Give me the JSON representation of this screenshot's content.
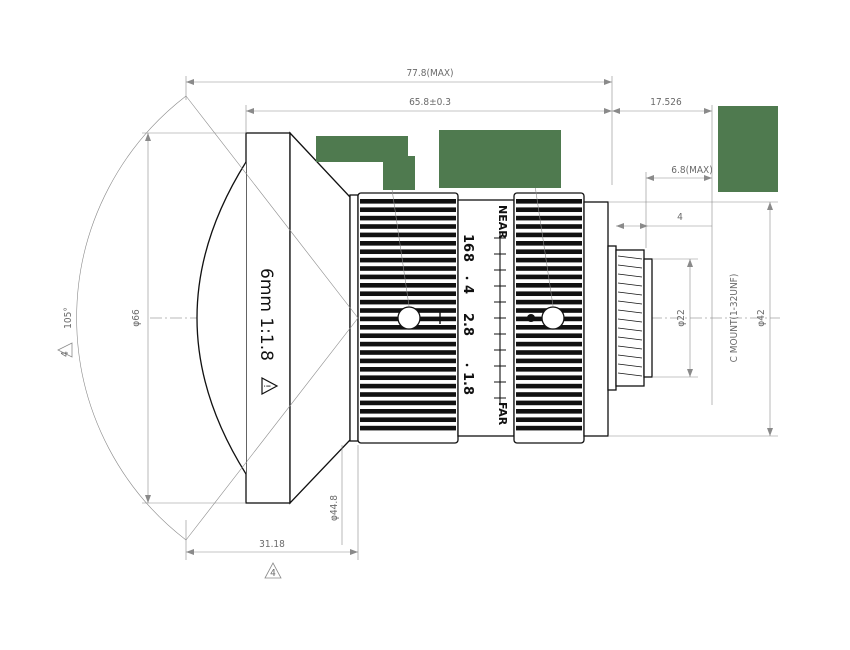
{
  "colors": {
    "line": "#111111",
    "dimension": "#8a8a8a",
    "overlay_box": "#4f7a4f"
  },
  "lens": {
    "model_label": "6mm 1:1.8",
    "focus_scale": {
      "near": "NEAR",
      "far": "FAR",
      "values": [
        "16",
        "8",
        "4",
        "2.8",
        "1.8"
      ]
    }
  },
  "dimensions": {
    "overall_length": "77.8(MAX)",
    "body_length": "65.8±0.3",
    "flange_distance": "17.526",
    "mount_protrusion": "6.8(MAX)",
    "mount_step": "4",
    "front_diameter": "φ66",
    "barrel_diameter": "φ44.8",
    "rear_diameter": "φ42",
    "mount_diameter": "φ22",
    "mount_thread": "C MOUNT(1-32UNF)",
    "front_offset": "31.18",
    "view_angle": "105°",
    "note_ref": "4"
  },
  "icons": {
    "warning": "warning-icon",
    "note_triangle": "note-triangle-icon"
  }
}
